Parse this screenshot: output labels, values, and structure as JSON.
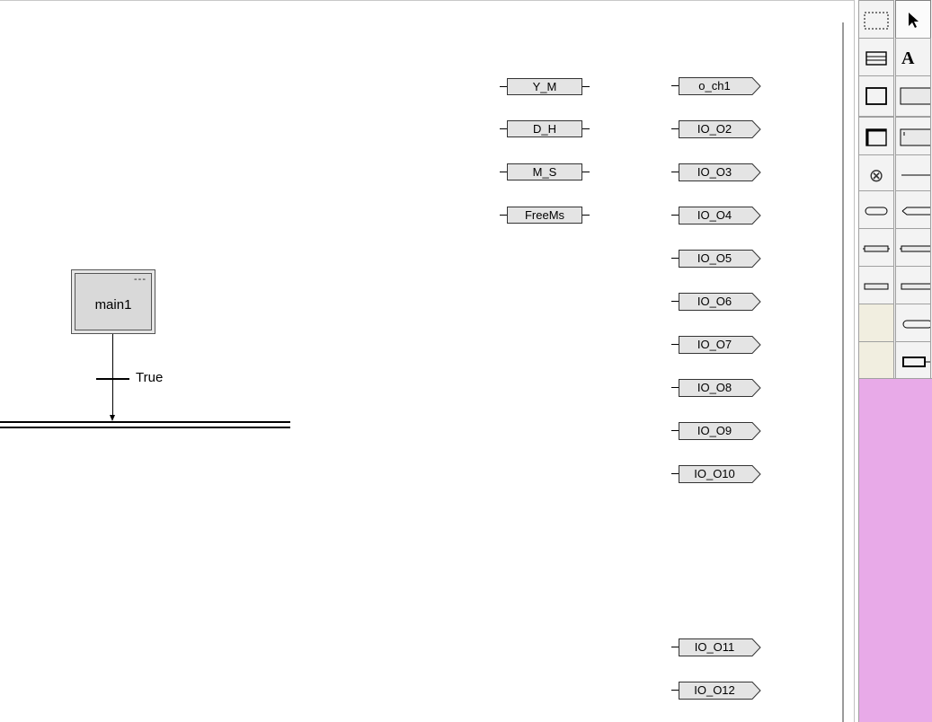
{
  "step": {
    "name": "main1",
    "marker": "---"
  },
  "transition": {
    "condition": "True"
  },
  "input_variables": [
    {
      "label": "Y_M"
    },
    {
      "label": "D_H"
    },
    {
      "label": "M_S"
    },
    {
      "label": "FreeMs"
    }
  ],
  "output_ports": [
    {
      "label": "o_ch1"
    },
    {
      "label": "IO_O2"
    },
    {
      "label": "IO_O3"
    },
    {
      "label": "IO_O4"
    },
    {
      "label": "IO_O5"
    },
    {
      "label": "IO_O6"
    },
    {
      "label": "IO_O7"
    },
    {
      "label": "IO_O8"
    },
    {
      "label": "IO_O9"
    },
    {
      "label": "IO_O10"
    },
    {
      "label": "IO_O11"
    },
    {
      "label": "IO_O12"
    }
  ],
  "toolbox": {
    "tools": [
      {
        "name": "marquee-select-icon"
      },
      {
        "name": "pointer-arrow-icon"
      },
      {
        "name": "comment-block-icon"
      },
      {
        "name": "text-tool-icon",
        "glyph": "A"
      },
      {
        "name": "step-icon"
      },
      {
        "name": "step-alt-icon"
      },
      {
        "name": "initial-step-icon"
      },
      {
        "name": "macro-step-icon"
      },
      {
        "name": "jump-circle-icon",
        "glyph": "⊗"
      },
      {
        "name": "transition-line-icon"
      },
      {
        "name": "pill-input-icon"
      },
      {
        "name": "pill-inout-icon"
      },
      {
        "name": "bar-variable-icon"
      },
      {
        "name": "bar-variable-alt-icon"
      },
      {
        "name": "bar-output-icon"
      },
      {
        "name": "bar-output-alt-icon"
      },
      {
        "name": "empty-tool"
      },
      {
        "name": "pill-small-icon"
      },
      {
        "name": "empty-tool"
      },
      {
        "name": "block-icon"
      }
    ],
    "pane_color": "#e8aae8"
  },
  "colors": {
    "block_fill": "#e4e4e4",
    "step_fill": "#d9d9d9",
    "blank_tool": "#f1eee0"
  }
}
